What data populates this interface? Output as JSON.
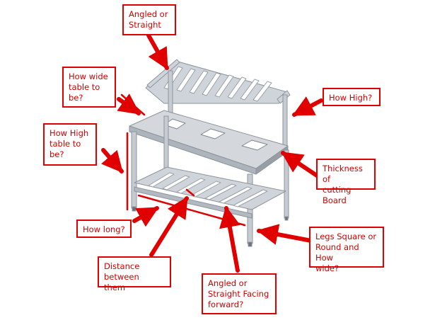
{
  "callouts": {
    "angled_top": "Angled or\nStraight",
    "how_wide": "How wide\ntable to\nbe?",
    "how_high_top": "How High?",
    "how_high_table": "How High\ntable to\nbe?",
    "thickness": "Thickness of\ncutting Board",
    "how_long": "How long?",
    "legs": "Legs Square or\nRound and How\nwide?",
    "distance": "Distance between\nthem",
    "angled_front": "Angled or\nStraight Facing\nforward?"
  },
  "colors": {
    "accent": "#e00000",
    "steel": "#c6cbd1",
    "steel_dark": "#8d949c"
  }
}
